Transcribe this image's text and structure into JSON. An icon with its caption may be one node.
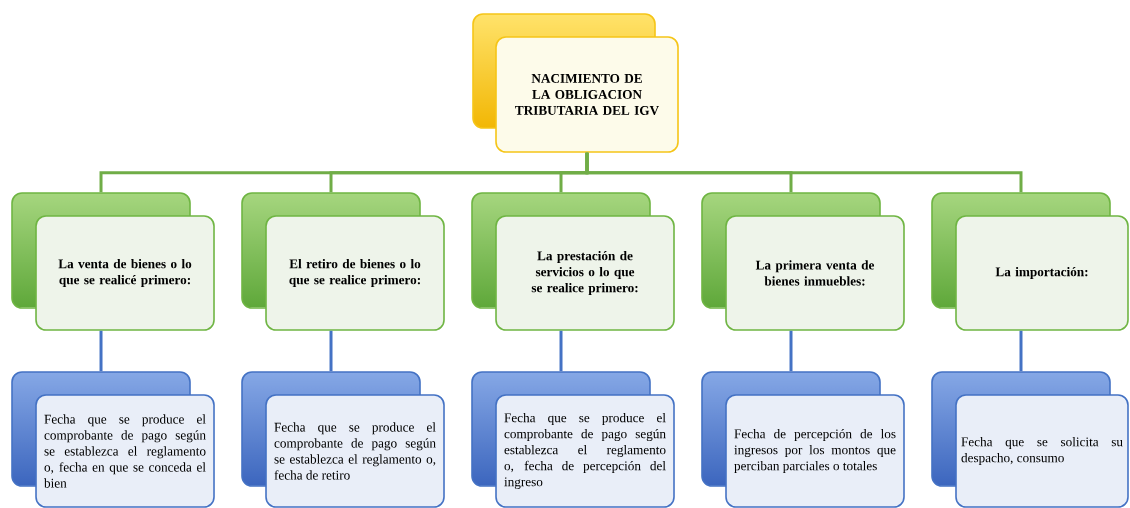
{
  "diagram": {
    "nodes": [
      {
        "text": [
          "NACIMIENTO DE LA OBLIGACION TRIBUTARIA DEL IGV"
        ]
      },
      {
        "text": [
          "La venta de bienes o lo que se realicé primero:"
        ]
      },
      {
        "text": [
          "El retiro de bienes o lo que se realice primero:"
        ]
      },
      {
        "text": [
          "La prestación de servicios o lo que se realice primero:"
        ]
      },
      {
        "text": [
          "La primera venta de bienes inmuebles:"
        ]
      },
      {
        "text": [
          "La importación:"
        ]
      },
      {
        "text": [
          "Fecha que se produce el comprobante de pago según se establezca el reglamento o, fecha en que se conceda el bien"
        ]
      },
      {
        "text": [
          "Fecha que se produce el comprobante de pago según se establezca el reglamento o, fecha de retiro"
        ]
      },
      {
        "text": [
          "Fecha que se produce el comprobante de pago según establezca el reglamento o, fecha de percepción del ingreso"
        ]
      },
      {
        "text": [
          "Fecha de percepción de los ingresos por los montos que perciban parciales o totales"
        ]
      },
      {
        "text": [
          "Fecha que se solicita su despacho, consumo"
        ]
      }
    ],
    "edges": [
      {
        "from": 0,
        "to": 1,
        "arrow": "none",
        "color": "#70ad47"
      },
      {
        "from": 0,
        "to": 2,
        "arrow": "none",
        "color": "#70ad47"
      },
      {
        "from": 0,
        "to": 3,
        "arrow": "none",
        "color": "#70ad47"
      },
      {
        "from": 0,
        "to": 4,
        "arrow": "none",
        "color": "#70ad47"
      },
      {
        "from": 0,
        "to": 5,
        "arrow": "none",
        "color": "#70ad47"
      },
      {
        "from": 1,
        "to": 6,
        "arrow": "none",
        "color": "#4472c4"
      },
      {
        "from": 2,
        "to": 7,
        "arrow": "none",
        "color": "#4472c4"
      },
      {
        "from": 3,
        "to": 8,
        "arrow": "none",
        "color": "#4472c4"
      },
      {
        "from": 4,
        "to": 9,
        "arrow": "none",
        "color": "#4472c4"
      },
      {
        "from": 5,
        "to": 10,
        "arrow": "none",
        "color": "#4472c4"
      }
    ]
  }
}
